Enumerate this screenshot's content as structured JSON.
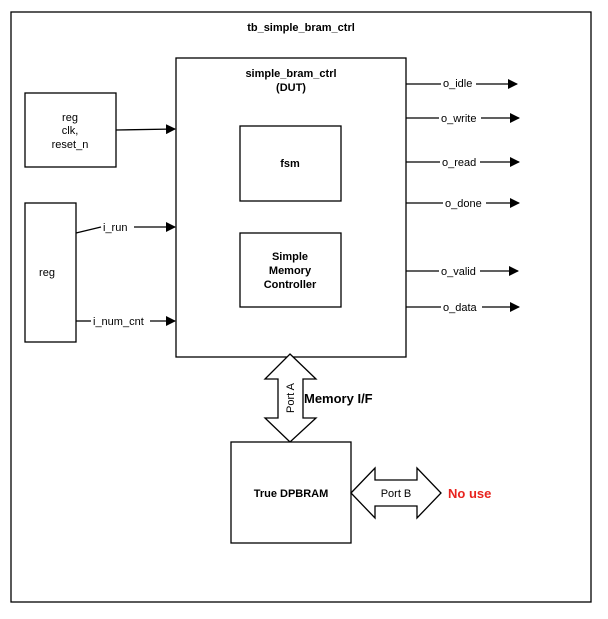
{
  "testbench": {
    "title": "tb_simple_bram_ctrl"
  },
  "dut": {
    "title": "simple_bram_ctrl",
    "subtitle": "(DUT)"
  },
  "fsm": {
    "label": "fsm"
  },
  "mem_ctrl": {
    "line1": "Simple",
    "line2": "Memory",
    "line3": "Controller"
  },
  "reg_clk": {
    "line1": "reg",
    "line2": "clk,",
    "line3": "reset_n"
  },
  "reg": {
    "label": "reg"
  },
  "inputs": {
    "i_run": "i_run",
    "i_num_cnt": "i_num_cnt"
  },
  "outputs": {
    "o_idle": "o_idle",
    "o_write": "o_write",
    "o_read": "o_read",
    "o_done": "o_done",
    "o_valid": "o_valid",
    "o_data": "o_data"
  },
  "port_a": {
    "label": "Port A",
    "interface": "Memory I/F"
  },
  "bram": {
    "label": "True DPBRAM"
  },
  "port_b": {
    "label": "Port B",
    "note": "No use"
  },
  "colors": {
    "note": "#e8231e",
    "stroke": "#000000"
  }
}
